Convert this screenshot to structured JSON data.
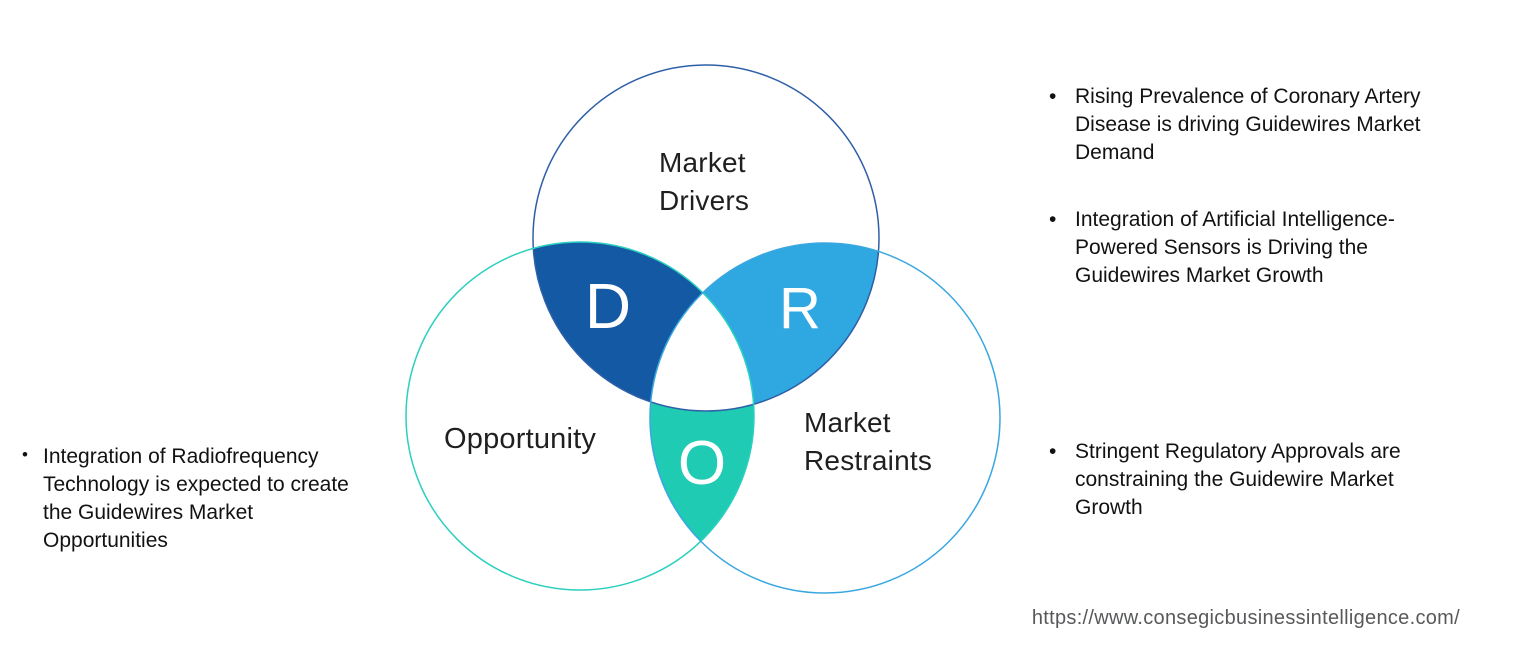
{
  "venn": {
    "drivers": {
      "label": "Market\nDrivers",
      "outline_color": "#2F5FA7"
    },
    "opportunity": {
      "label": "Opportunity",
      "outline_color": "#2BD0BF"
    },
    "restraints": {
      "label": "Market\nRestraints",
      "outline_color": "#3AA7E0"
    },
    "overlap_d": {
      "letter": "D",
      "fill_color": "#1459A4"
    },
    "overlap_r": {
      "letter": "R",
      "fill_color": "#2FA8E1"
    },
    "overlap_o": {
      "letter": "O",
      "fill_color": "#1FCBB2"
    },
    "center_color": "#ffffff"
  },
  "bullets": {
    "left": {
      "marker": "•",
      "text": "Integration of Radiofrequency\nTechnology is expected to create\nthe Guidewires Market\nOpportunities"
    },
    "right": [
      {
        "marker": "•",
        "text": "Rising Prevalence of Coronary Artery\nDisease is driving Guidewires Market\nDemand"
      },
      {
        "marker": "•",
        "text": "Integration of Artificial Intelligence-\nPowered Sensors is Driving the\nGuidewires Market Growth"
      },
      {
        "marker": "•",
        "text": "Stringent Regulatory Approvals are\nconstraining the Guidewire Market\nGrowth"
      }
    ]
  },
  "footer": {
    "url": "https://www.consegicbusinessintelligence.com/"
  }
}
